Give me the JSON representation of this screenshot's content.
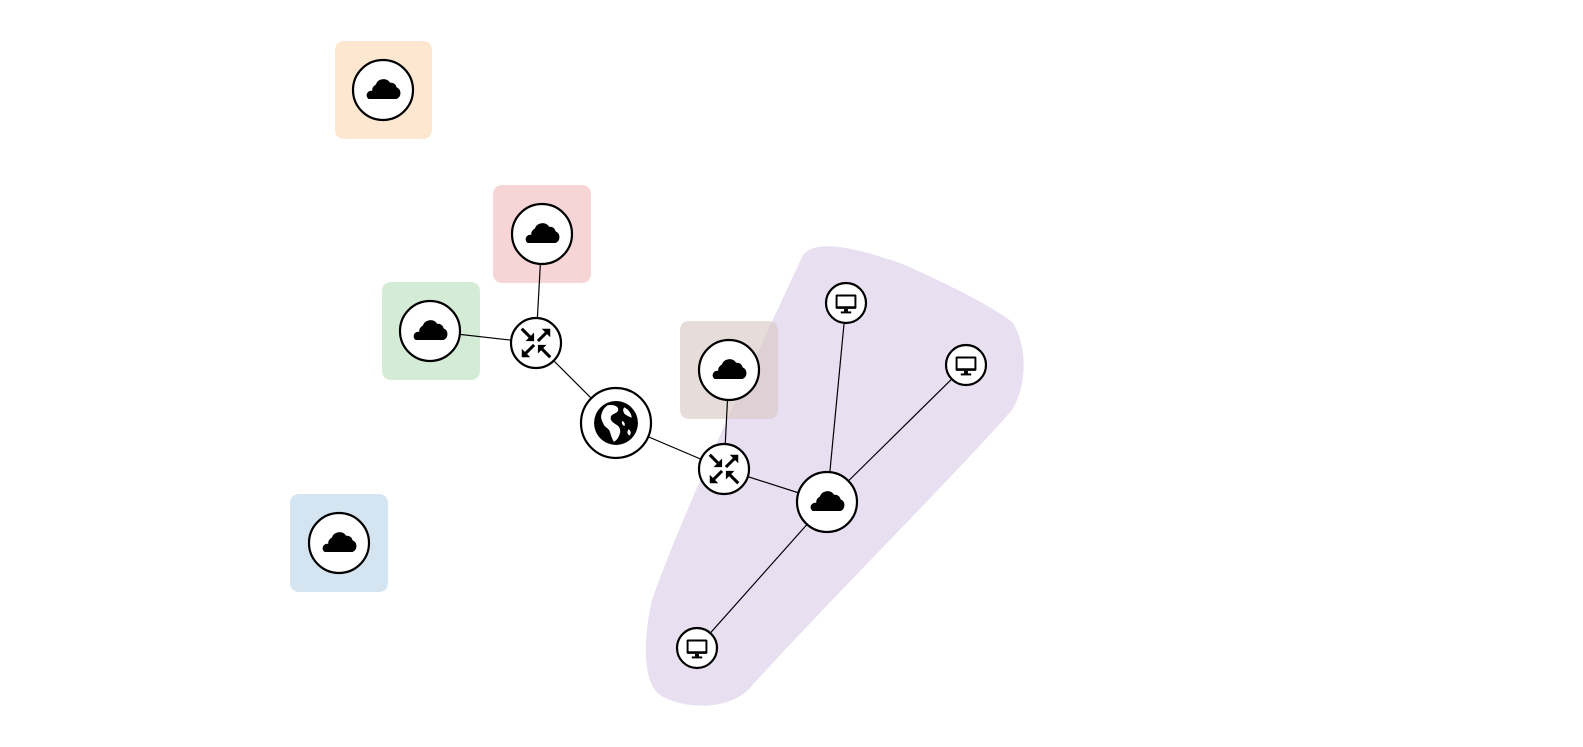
{
  "diagram": {
    "type": "network-topology",
    "groups": [
      {
        "id": "group-orange",
        "color": "#fde3c8",
        "opacity": 0.85
      },
      {
        "id": "group-red",
        "color": "#f6cfd0",
        "opacity": 0.9
      },
      {
        "id": "group-green",
        "color": "#cfe9d2",
        "opacity": 0.9
      },
      {
        "id": "group-blue",
        "color": "#cfe1ee",
        "opacity": 0.9
      },
      {
        "id": "group-brown",
        "color": "#d9c9c6",
        "opacity": 0.65
      },
      {
        "id": "group-purple",
        "color": "#e6dcf0",
        "opacity": 0.9
      }
    ],
    "nodes": [
      {
        "id": "cloud-orange",
        "kind": "cloud",
        "icon": "cloud-icon"
      },
      {
        "id": "cloud-red",
        "kind": "cloud",
        "icon": "cloud-icon"
      },
      {
        "id": "cloud-green",
        "kind": "cloud",
        "icon": "cloud-icon"
      },
      {
        "id": "cloud-blue",
        "kind": "cloud",
        "icon": "cloud-icon"
      },
      {
        "id": "router-upper",
        "kind": "router",
        "icon": "router-arrows-icon"
      },
      {
        "id": "internet-globe",
        "kind": "internet",
        "icon": "globe-icon"
      },
      {
        "id": "router-lower",
        "kind": "router",
        "icon": "router-arrows-icon"
      },
      {
        "id": "cloud-brown",
        "kind": "cloud",
        "icon": "cloud-icon"
      },
      {
        "id": "cloud-purple-hub",
        "kind": "cloud",
        "icon": "cloud-icon"
      },
      {
        "id": "host-top",
        "kind": "host",
        "icon": "monitor-icon"
      },
      {
        "id": "host-right",
        "kind": "host",
        "icon": "monitor-icon"
      },
      {
        "id": "host-bottom",
        "kind": "host",
        "icon": "monitor-icon"
      }
    ],
    "edges": [
      {
        "from": "router-upper",
        "to": "cloud-red"
      },
      {
        "from": "router-upper",
        "to": "cloud-green"
      },
      {
        "from": "router-upper",
        "to": "internet-globe"
      },
      {
        "from": "internet-globe",
        "to": "router-lower"
      },
      {
        "from": "router-lower",
        "to": "cloud-brown"
      },
      {
        "from": "router-lower",
        "to": "cloud-purple-hub"
      },
      {
        "from": "cloud-purple-hub",
        "to": "host-top"
      },
      {
        "from": "cloud-purple-hub",
        "to": "host-right"
      },
      {
        "from": "cloud-purple-hub",
        "to": "host-bottom"
      }
    ]
  }
}
